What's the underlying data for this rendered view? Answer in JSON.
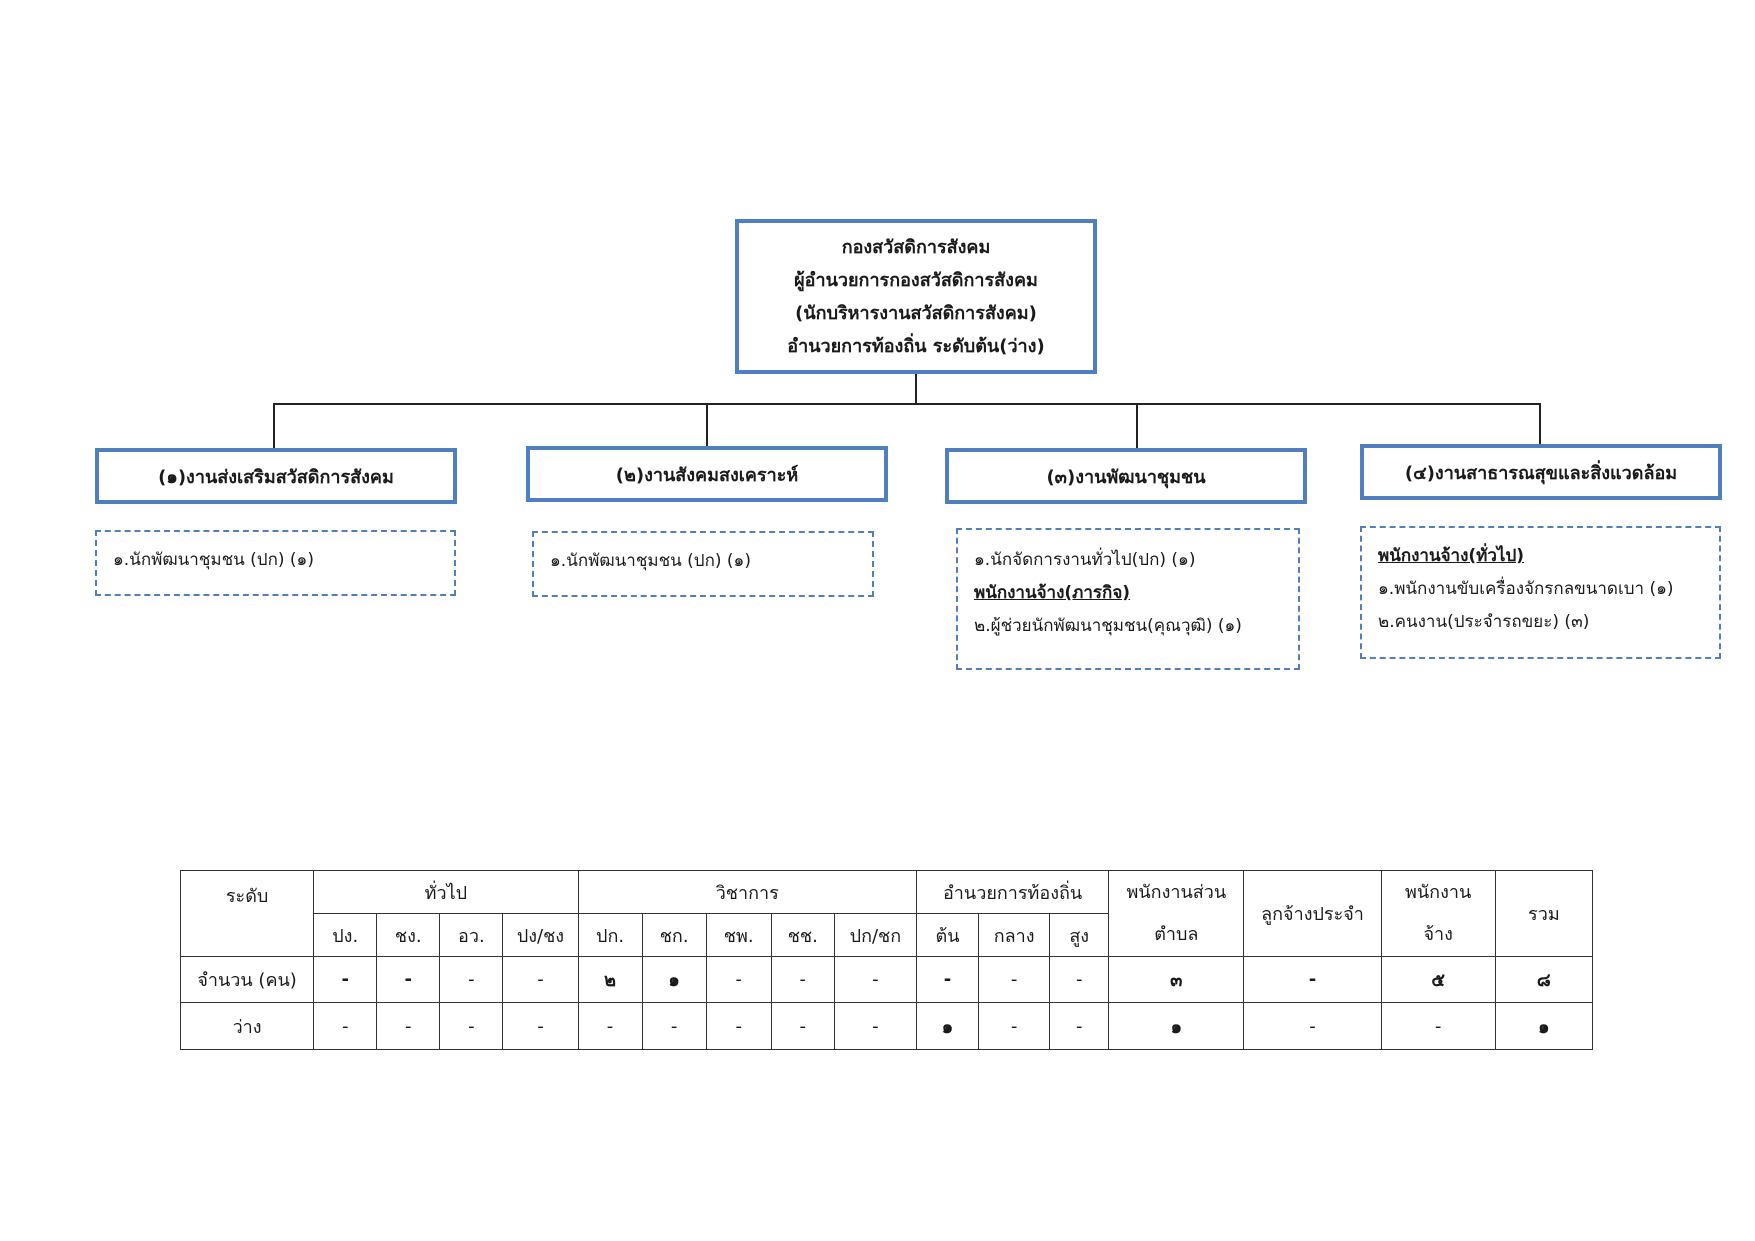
{
  "org_chart": {
    "head": {
      "lines": [
        "กองสวัสดิการสังคม",
        "ผู้อำนวยการกองสวัสดิการสังคม",
        "(นักบริหารงานสวัสดิการสังคม)",
        "อำนวยการท้องถิ่น ระดับต้น(ว่าง)"
      ]
    },
    "units": [
      {
        "title": "(๑)งานส่งเสริมสวัสดิการสังคม",
        "items": [
          {
            "text": "๑.นักพัฒนาชุมชน (ปก) (๑)",
            "heading": false
          }
        ]
      },
      {
        "title": "(๒)งานสังคมสงเคราะห์",
        "items": [
          {
            "text": "๑.นักพัฒนาชุมชน (ปก) (๑)",
            "heading": false
          }
        ]
      },
      {
        "title": "(๓)งานพัฒนาชุมชน",
        "items": [
          {
            "text": "๑.นักจัดการงานทั่วไป(ปก) (๑)",
            "heading": false
          },
          {
            "text": "พนักงานจ้าง(ภารกิจ)",
            "heading": true
          },
          {
            "text": "๒.ผู้ช่วยนักพัฒนาชุมชน(คุณวุฒิ) (๑)",
            "heading": false
          }
        ]
      },
      {
        "title": "(๔)งานสาธารณสุขและสิ่งแวดล้อม",
        "items": [
          {
            "text": "พนักงานจ้าง(ทั่วไป)",
            "heading": true
          },
          {
            "text": "๑.พนักงานขับเครื่องจักรกลขนาดเบา (๑)",
            "heading": false
          },
          {
            "text": "๒.คนงาน(ประจำรถขยะ) (๓)",
            "heading": false
          }
        ]
      }
    ]
  },
  "summary_table": {
    "row_header_label": "ระดับ",
    "groups": {
      "general": "ทั่วไป",
      "academic": "วิชาการ",
      "local_admin": "อำนวยการท้องถิ่น",
      "tambon_staff_line1": "พนักงานส่วน",
      "tambon_staff_line2": "ตำบล",
      "permanent_employee": "ลูกจ้างประจำ",
      "employee_line1": "พนักงาน",
      "employee_line2": "จ้าง",
      "total": "รวม"
    },
    "subheaders": [
      "ปง.",
      "ชง.",
      "อว.",
      "ปง/ชง",
      "ปก.",
      "ชก.",
      "ชพ.",
      "ชช.",
      "ปก/ชก",
      "ต้น",
      "กลาง",
      "สูง"
    ],
    "rows": [
      {
        "label": "จำนวน (คน)",
        "values": [
          "-",
          "-",
          "-",
          "-",
          "๒",
          "๑",
          "-",
          "-",
          "-",
          "-",
          "-",
          "-",
          "๓",
          "-",
          "๕",
          "๘"
        ]
      },
      {
        "label": "ว่าง",
        "values": [
          "-",
          "-",
          "-",
          "-",
          "-",
          "-",
          "-",
          "-",
          "-",
          "๑",
          "-",
          "-",
          "๑",
          "-",
          "-",
          "๑"
        ]
      }
    ]
  }
}
